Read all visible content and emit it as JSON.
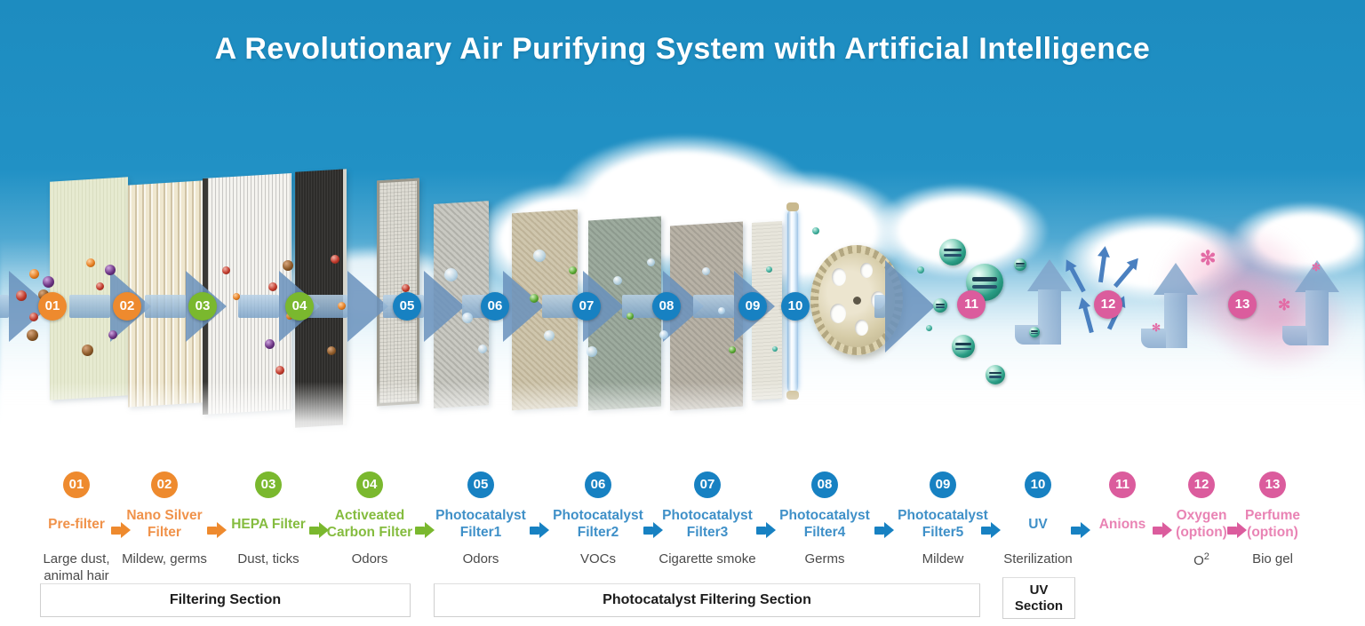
{
  "title": "A Revolutionary Air Purifying System with Artificial Intelligence",
  "steps": [
    {
      "num": "01",
      "label": "Pre-filter",
      "desc": "Large dust, animal hair",
      "color_group": "orange"
    },
    {
      "num": "02",
      "label": "Nano Silver Filter",
      "desc": "Mildew, germs",
      "color_group": "orange"
    },
    {
      "num": "03",
      "label": "HEPA Filter",
      "desc": "Dust, ticks",
      "color_group": "green"
    },
    {
      "num": "04",
      "label": "Activeated Carbon Filter",
      "desc": "Odors",
      "color_group": "green"
    },
    {
      "num": "05",
      "label": "Photocatalyst Filter1",
      "desc": "Odors",
      "color_group": "blue"
    },
    {
      "num": "06",
      "label": "Photocatalyst Filter2",
      "desc": "VOCs",
      "color_group": "blue"
    },
    {
      "num": "07",
      "label": "Photocatalyst Filter3",
      "desc": "Cigarette smoke",
      "color_group": "blue"
    },
    {
      "num": "08",
      "label": "Photocatalyst Filter4",
      "desc": "Germs",
      "color_group": "blue"
    },
    {
      "num": "09",
      "label": "Photocatalyst Filter5",
      "desc": "Mildew",
      "color_group": "blue"
    },
    {
      "num": "10",
      "label": "UV",
      "desc": "Sterilization",
      "color_group": "blue"
    },
    {
      "num": "11",
      "label": "Anions",
      "desc": "",
      "color_group": "pink"
    },
    {
      "num": "12",
      "label": "Oxygen (option)",
      "desc": "O",
      "desc_sup": "2",
      "color_group": "pink"
    },
    {
      "num": "13",
      "label": "Perfume (option)",
      "desc": "Bio gel",
      "color_group": "pink"
    }
  ],
  "sections": [
    {
      "label": "Filtering Section"
    },
    {
      "label": "Photocatalyst Filtering Section"
    },
    {
      "label": "UV Section"
    }
  ],
  "icons": {
    "flow_arrow": "right-arrow-icon",
    "airflow_up": "up-arrow-icon",
    "anion": "anion-sphere-icon",
    "sparkle": "flower-sparkle-icon"
  },
  "palette": {
    "orange": "#EE8A2E",
    "green": "#7AB82E",
    "blue": "#1781C2",
    "pink": "#DB5C9D",
    "orange_text": "#F0924A",
    "green_text": "#85BC3F",
    "blue_text": "#3F90C8",
    "pink_text": "#E983B4",
    "desc_text": "#4A4A4A",
    "title_text": "#FFFFFF",
    "sky": "#1E8DC1"
  },
  "sparkle_glyph": "✻"
}
